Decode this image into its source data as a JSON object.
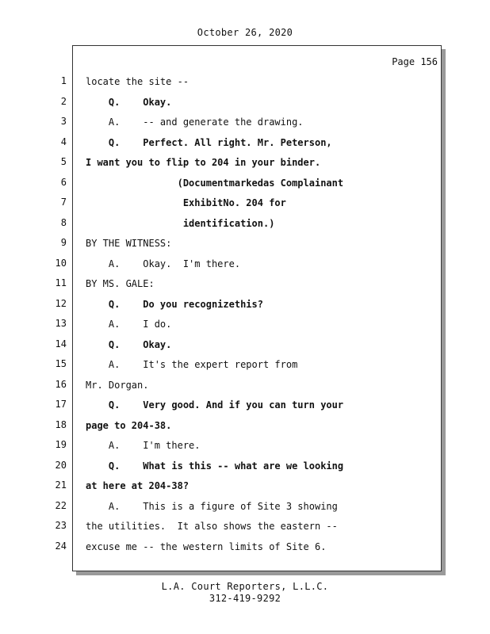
{
  "header": {
    "date": "October 26, 2020"
  },
  "page": {
    "label": "Page 156"
  },
  "lines": [
    {
      "num": "1",
      "text": "locate the site --",
      "bold": false
    },
    {
      "num": "2",
      "text": "    Q.    Okay.",
      "bold": true
    },
    {
      "num": "3",
      "text": "    A.    -- and generate the drawing.",
      "bold": false
    },
    {
      "num": "4",
      "text": "    Q.    Perfect. All right. Mr. Peterson,",
      "bold": true
    },
    {
      "num": "5",
      "text": "I want you to flip to 204 in your binder.",
      "bold": true
    },
    {
      "num": "6",
      "text": "                (Documentmarkedas Complainant",
      "bold": true
    },
    {
      "num": "7",
      "text": "                 ExhibitNo. 204 for",
      "bold": true
    },
    {
      "num": "8",
      "text": "                 identification.)",
      "bold": true
    },
    {
      "num": "9",
      "text": "BY THE WITNESS:",
      "bold": false
    },
    {
      "num": "10",
      "text": "    A.    Okay.  I'm there.",
      "bold": false
    },
    {
      "num": "11",
      "text": "BY MS. GALE:",
      "bold": false
    },
    {
      "num": "12",
      "text": "    Q.    Do you recognizethis?",
      "bold": true
    },
    {
      "num": "13",
      "text": "    A.    I do.",
      "bold": false
    },
    {
      "num": "14",
      "text": "    Q.    Okay.",
      "bold": true
    },
    {
      "num": "15",
      "text": "    A.    It's the expert report from",
      "bold": false
    },
    {
      "num": "16",
      "text": "Mr. Dorgan.",
      "bold": false
    },
    {
      "num": "17",
      "text": "    Q.    Very good. And if you can turn your",
      "bold": true
    },
    {
      "num": "18",
      "text": "page to 204-38.",
      "bold": true
    },
    {
      "num": "19",
      "text": "    A.    I'm there.",
      "bold": false
    },
    {
      "num": "20",
      "text": "    Q.    What is this -- what are we looking",
      "bold": true
    },
    {
      "num": "21",
      "text": "at here at 204-38?",
      "bold": true
    },
    {
      "num": "22",
      "text": "    A.    This is a figure of Site 3 showing",
      "bold": false
    },
    {
      "num": "23",
      "text": "the utilities.  It also shows the eastern --",
      "bold": false
    },
    {
      "num": "24",
      "text": "excuse me -- the western limits of Site 6.",
      "bold": false
    }
  ],
  "footer": {
    "company": "L.A. Court Reporters, L.L.C.",
    "phone": "312-419-9292"
  }
}
